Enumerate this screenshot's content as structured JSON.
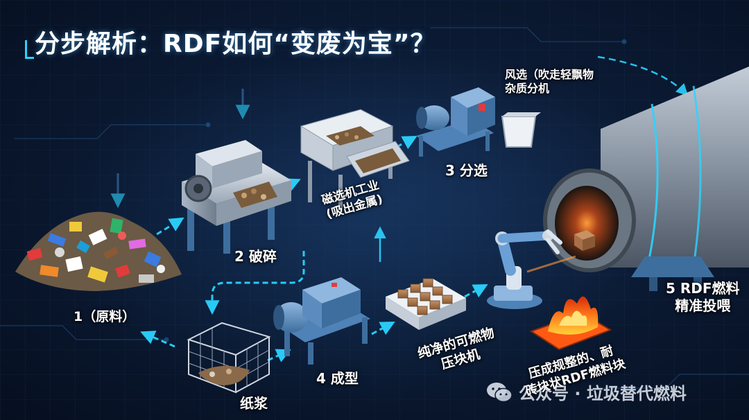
{
  "title": "分步解析：RDF如何“变废为宝”？",
  "colors": {
    "background": "#0b1a33",
    "accent": "#2ad4ff",
    "machine": "#5f8fc0",
    "flame": "#ff7a1a"
  },
  "steps": {
    "raw": {
      "label": "1（原料）"
    },
    "crush": {
      "label": "2 破碎"
    },
    "magnet": {
      "label": "磁选机工业\n(吸出金属)"
    },
    "sort": {
      "label": "3 分选",
      "note": "风选（吹走轻飘物\n杂质分机"
    },
    "paper": {
      "label": "纸浆"
    },
    "form": {
      "label": "4 成型"
    },
    "press": {
      "label": "纯净的可燃物\n压块机"
    },
    "product": {
      "label": "压成规整的、耐\n砖块状RDF燃料块"
    },
    "feed": {
      "label": "5 RDF燃料\n精准投喂"
    }
  },
  "watermark": {
    "text": "公众号 · 垃圾替代燃料"
  }
}
